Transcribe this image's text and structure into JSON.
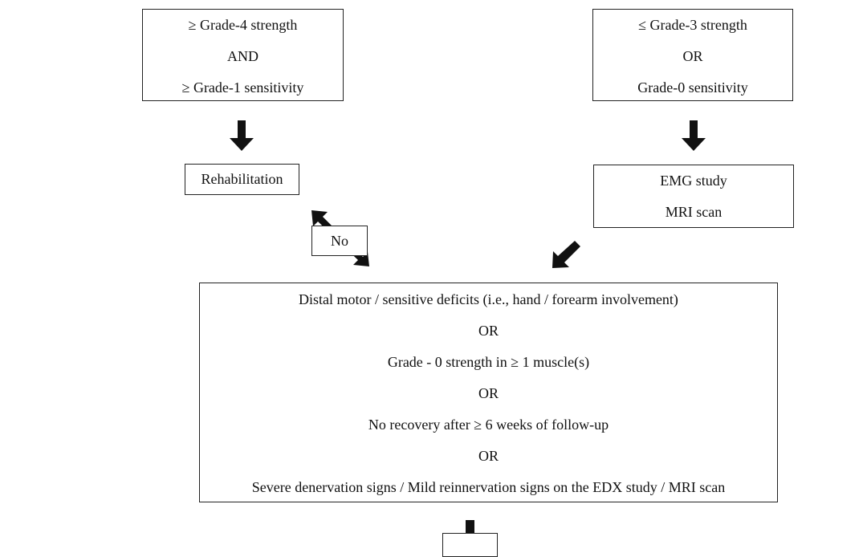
{
  "left_criteria": {
    "line1": "≥ Grade-4 strength",
    "line2": "AND",
    "line3": "≥ Grade-1 sensitivity"
  },
  "right_criteria": {
    "line1": "≤ Grade-3 strength",
    "line2": "OR",
    "line3": "Grade-0 sensitivity"
  },
  "rehabilitation": "Rehabilitation",
  "workup": {
    "line1": "EMG study",
    "line2": "MRI scan"
  },
  "no_label": "No",
  "surgical_criteria": [
    "Distal motor / sensitive deficits (i.e., hand / forearm involvement)",
    "OR",
    "Grade - 0 strength in ≥ 1 muscle(s)",
    "OR",
    "No recovery after ≥ 6 weeks of follow-up",
    "OR",
    "Severe denervation signs / Mild reinnervation signs on the EDX study / MRI scan"
  ],
  "colors": {
    "stroke": "#222222",
    "arrow": "#111111"
  }
}
